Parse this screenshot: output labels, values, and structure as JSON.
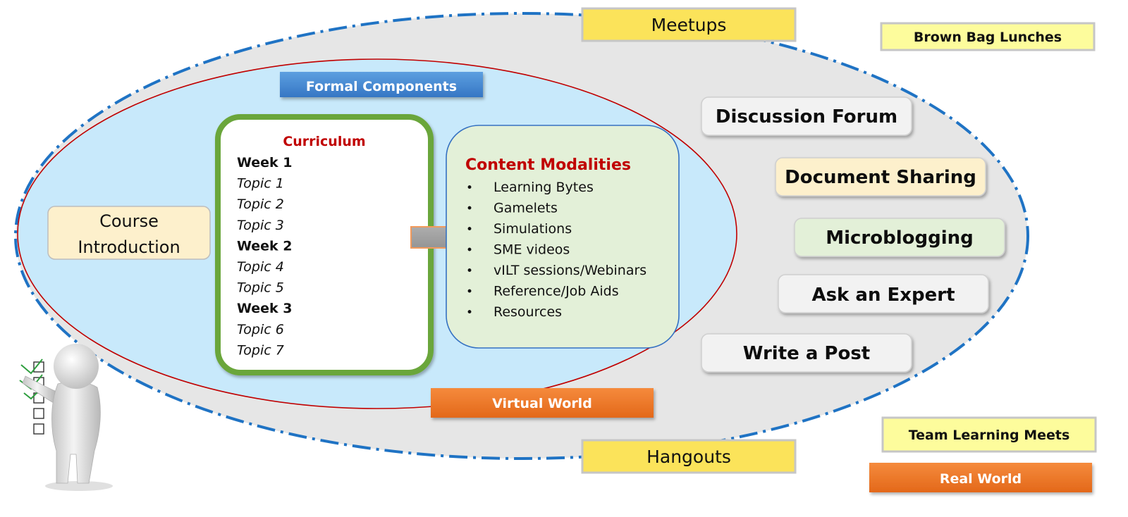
{
  "formal_label": "Formal Components",
  "course_intro": {
    "line1": "Course",
    "line2": "Introduction"
  },
  "curriculum": {
    "title": "Curriculum",
    "items": [
      {
        "text": "Week 1",
        "kind": "week"
      },
      {
        "text": "Topic 1",
        "kind": "topic"
      },
      {
        "text": "Topic 2",
        "kind": "topic"
      },
      {
        "text": "Topic 3",
        "kind": "topic"
      },
      {
        "text": "Week 2",
        "kind": "week"
      },
      {
        "text": "Topic 4",
        "kind": "topic"
      },
      {
        "text": "Topic 5",
        "kind": "topic"
      },
      {
        "text": "Week 3",
        "kind": "week"
      },
      {
        "text": "Topic 6",
        "kind": "topic"
      },
      {
        "text": "Topic 7",
        "kind": "topic"
      }
    ]
  },
  "content_modalities": {
    "title": "Content Modalities",
    "items": [
      "Learning Bytes",
      "Gamelets",
      "Simulations",
      "SME videos",
      "vILT sessions/Webinars",
      "Reference/Job Aids",
      "Resources"
    ]
  },
  "virtual_world_label": "Virtual World",
  "real_world_label": "Real World",
  "social_items": [
    "Discussion Forum",
    "Document Sharing",
    "Microblogging",
    "Ask an Expert",
    "Write a Post"
  ],
  "meetups_label": "Meetups",
  "hangouts_label": "Hangouts",
  "brown_bag_label": "Brown Bag Lunches",
  "team_learning_label": "Team Learning Meets",
  "colors": {
    "outer_fill": "#e6e6e6",
    "outer_border": "#1f73c4",
    "inner_fill": "#c8e9fb",
    "inner_border": "#c00000",
    "curriculum_border": "#6aa63b",
    "modalities_fill": "#e3f0d8",
    "title_red": "#c00000",
    "yellow": "#fbe35a",
    "light_yellow": "#fdfc9c",
    "orange": "#ee7522",
    "blue_label": "#4a8fd6"
  }
}
